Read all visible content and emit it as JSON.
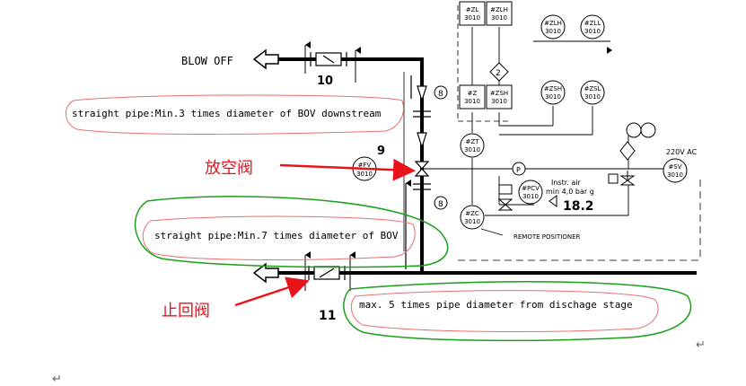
{
  "labels": {
    "blow_off": "BLOW OFF",
    "item_10": "10",
    "item_9": "9",
    "item_11": "11",
    "value_18_2": "18.2",
    "note_bov": "straight pipe:Min.3 times diameter of BOV downstream",
    "note_7times": "straight pipe:Min.7 times diameter of BOV",
    "note_5times": "max. 5 times pipe diameter from dischage stage",
    "fangkongfa": "放空阀",
    "zhihuifa": "止回阀",
    "remote_positioner": "REMOTE POSITIONER",
    "instr_air_1": "Instr. air",
    "instr_air_2": "min 4,0 bar g",
    "power_220v": "220V AC",
    "circle_8a": "8",
    "circle_8b": "8",
    "diamond_2": "2",
    "p_mark": "P"
  },
  "instruments": {
    "zl": {
      "tag": "#ZL",
      "num": "3010"
    },
    "zlh": {
      "tag": "#ZLH",
      "num": "3010"
    },
    "zlh2": {
      "tag": "#ZLH",
      "num": "3010"
    },
    "zll": {
      "tag": "#ZLL",
      "num": "3010"
    },
    "z": {
      "tag": "#Z",
      "num": "3010"
    },
    "zsh": {
      "tag": "#ZSH",
      "num": "3010"
    },
    "zsh2": {
      "tag": "#ZSH",
      "num": "3010"
    },
    "zsl": {
      "tag": "#ZSL",
      "num": "3010"
    },
    "zt": {
      "tag": "#ZT",
      "num": "3010"
    },
    "fv": {
      "tag": "#FV",
      "num": "3010"
    },
    "pcv": {
      "tag": "#PCV",
      "num": "3010"
    },
    "zc": {
      "tag": "#ZC",
      "num": "3010"
    },
    "sv": {
      "tag": "#SV",
      "num": "3010"
    }
  },
  "return_marks": {
    "mark_right": "↵",
    "mark_bottom": "↵"
  },
  "colors": {
    "pipe": "#000000",
    "red_annot": "#e8141b",
    "green_annot": "#1aa01a",
    "red_pen": "#e87070"
  }
}
